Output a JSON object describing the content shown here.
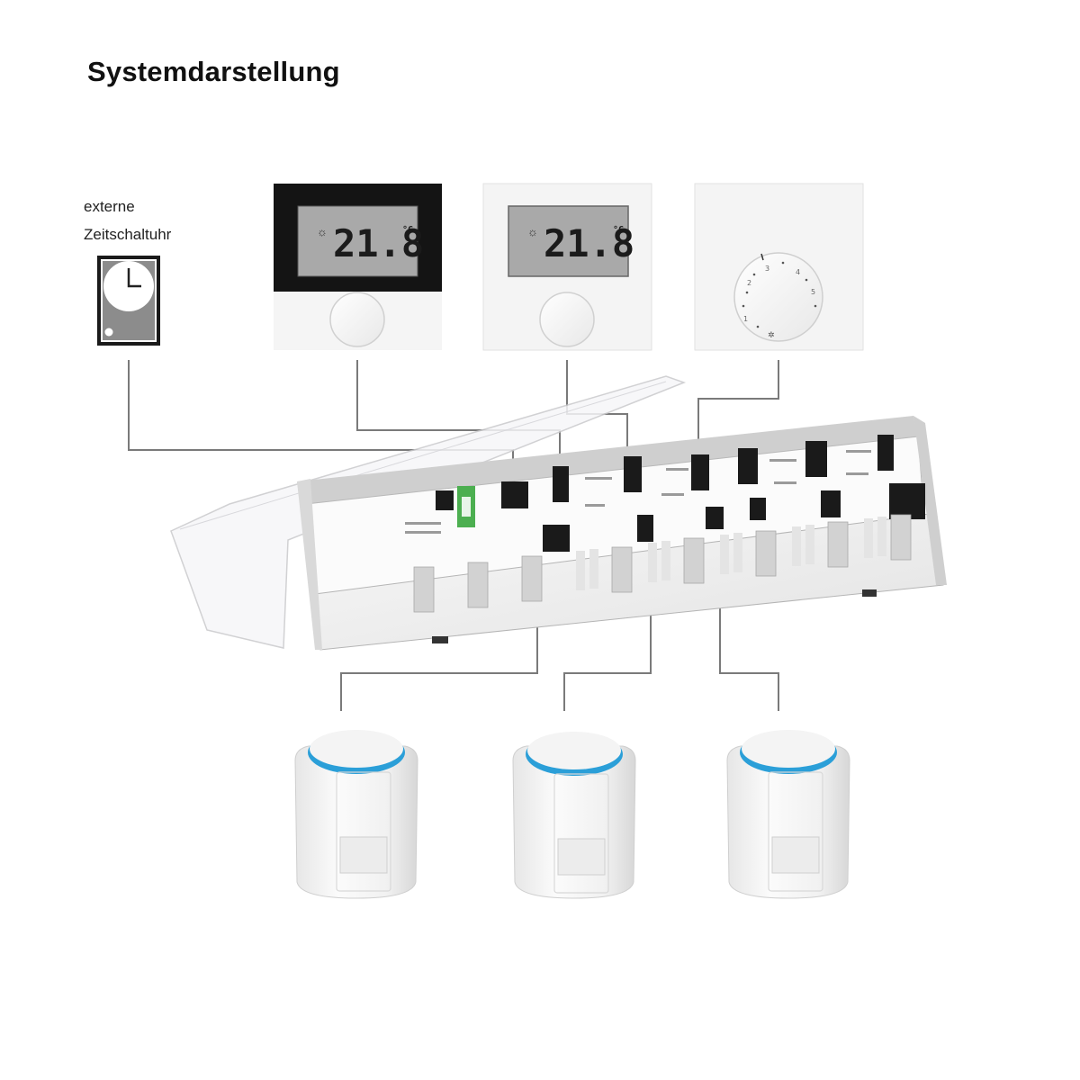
{
  "title": "Systemdarstellung",
  "timer": {
    "label_line1": "externe",
    "label_line2": "Zeitschaltuhr"
  },
  "thermostats": [
    {
      "style": "black-frame-digital",
      "display": "21.8",
      "unit": "°C"
    },
    {
      "style": "white-frame-digital",
      "display": "21.8",
      "unit": "°C"
    },
    {
      "style": "white-analog-dial",
      "dial_marks": [
        "1",
        "2",
        "3",
        "4",
        "5"
      ]
    }
  ],
  "actuators": [
    {
      "accent": "#2b9fd8"
    },
    {
      "accent": "#2b9fd8"
    },
    {
      "accent": "#2b9fd8"
    }
  ],
  "colors": {
    "connector_line": "#7a7a7a",
    "actuator_ring": "#2b9fd8",
    "terminal_green": "#4caf50"
  }
}
